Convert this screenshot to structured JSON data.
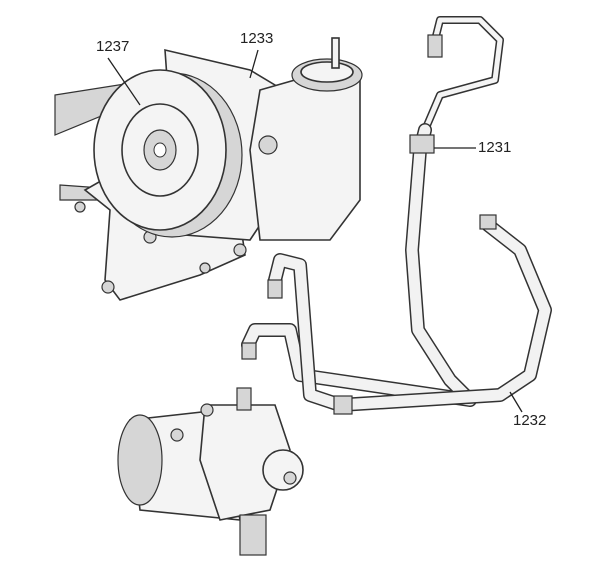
{
  "callouts": {
    "pulley": "1237",
    "pump": "1233",
    "pressure_hose": "1231",
    "return_hose": "1232"
  }
}
